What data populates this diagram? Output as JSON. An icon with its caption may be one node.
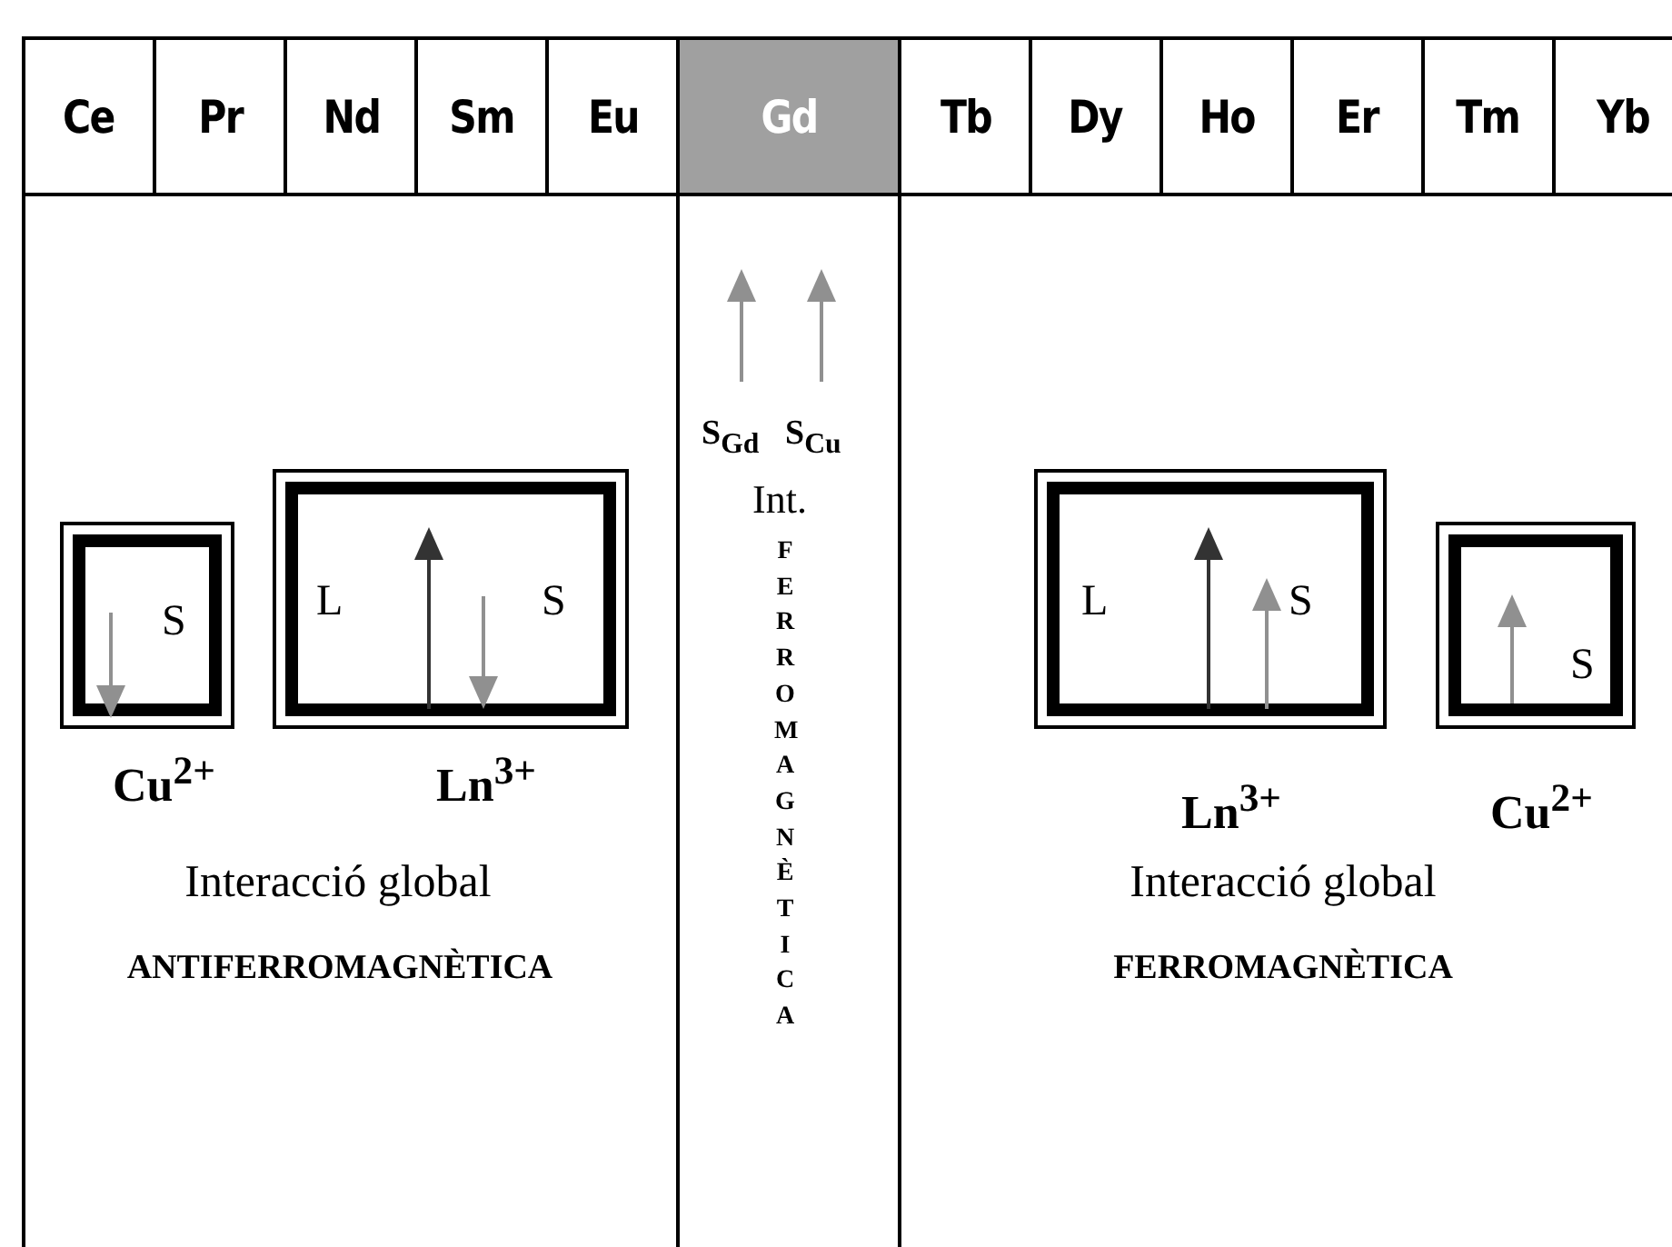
{
  "diagram": {
    "nodes": [
      {
        "text": [
          "S"
        ],
        "beside": [
          "Cu$^{2+}$"
        ]
      },
      {
        "text": [
          "L",
          "S"
        ],
        "beside": [
          "Ln$^{3+}$"
        ]
      },
      {
        "text": [
          "L",
          "S"
        ],
        "beside": [
          "Ln$^{3+}$"
        ]
      },
      {
        "text": [
          "S"
        ],
        "beside": [
          "Cu$^{2+}$"
        ]
      }
    ],
    "edges": [],
    "labels": [
      "Ce",
      "Pr",
      "Nd",
      "Sm",
      "Eu",
      "Gd",
      "Tb",
      "Dy",
      "Ho",
      "Er",
      "Tm",
      "Yb",
      "S$_{Gd}$",
      "S$_{Cu}$",
      "Int.",
      "FERROMAGNÈTICA",
      "Interacció global",
      "ANTIFERROMAGNÈTICA",
      "Interacció global",
      "FERROMAGNÈTICA"
    ]
  }
}
